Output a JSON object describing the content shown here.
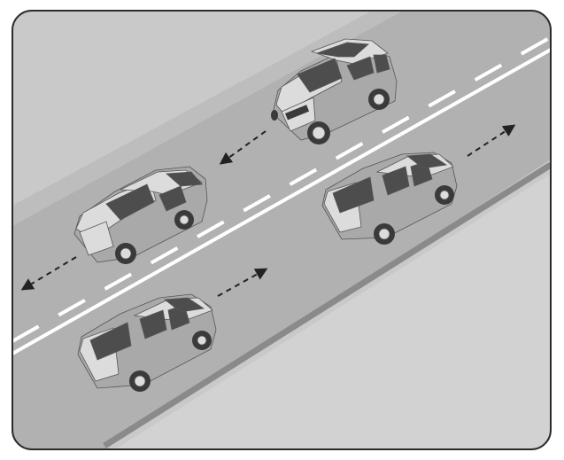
{
  "colors": {
    "frame_stroke": "#2b2b2b",
    "sidewalk_far": "#c9c9c9",
    "sidewalk_far_edge": "#bdbdbd",
    "road": "#b1b1b1",
    "sidewalk_near": "#d2d2d2",
    "curb": "#8a8a8a",
    "lane_marking": "#ffffff",
    "car_body": "#dcdcdc",
    "car_shade": "#a9a9a9",
    "car_dark": "#3a3a3a",
    "window": "#4d4d4d",
    "arrow": "#222222"
  },
  "icons": {
    "arrow": "arrow-icon",
    "car": "car-icon",
    "suv": "suv-icon"
  },
  "vehicles": [
    {
      "id": "suv-far-lane",
      "kind": "suv",
      "direction": "left"
    },
    {
      "id": "sedan-far-lane",
      "kind": "sedan",
      "direction": "left"
    },
    {
      "id": "sedan-near-lane-right",
      "kind": "sedan",
      "direction": "right"
    },
    {
      "id": "sedan-near-lane-left",
      "kind": "sedan",
      "direction": "right"
    }
  ]
}
